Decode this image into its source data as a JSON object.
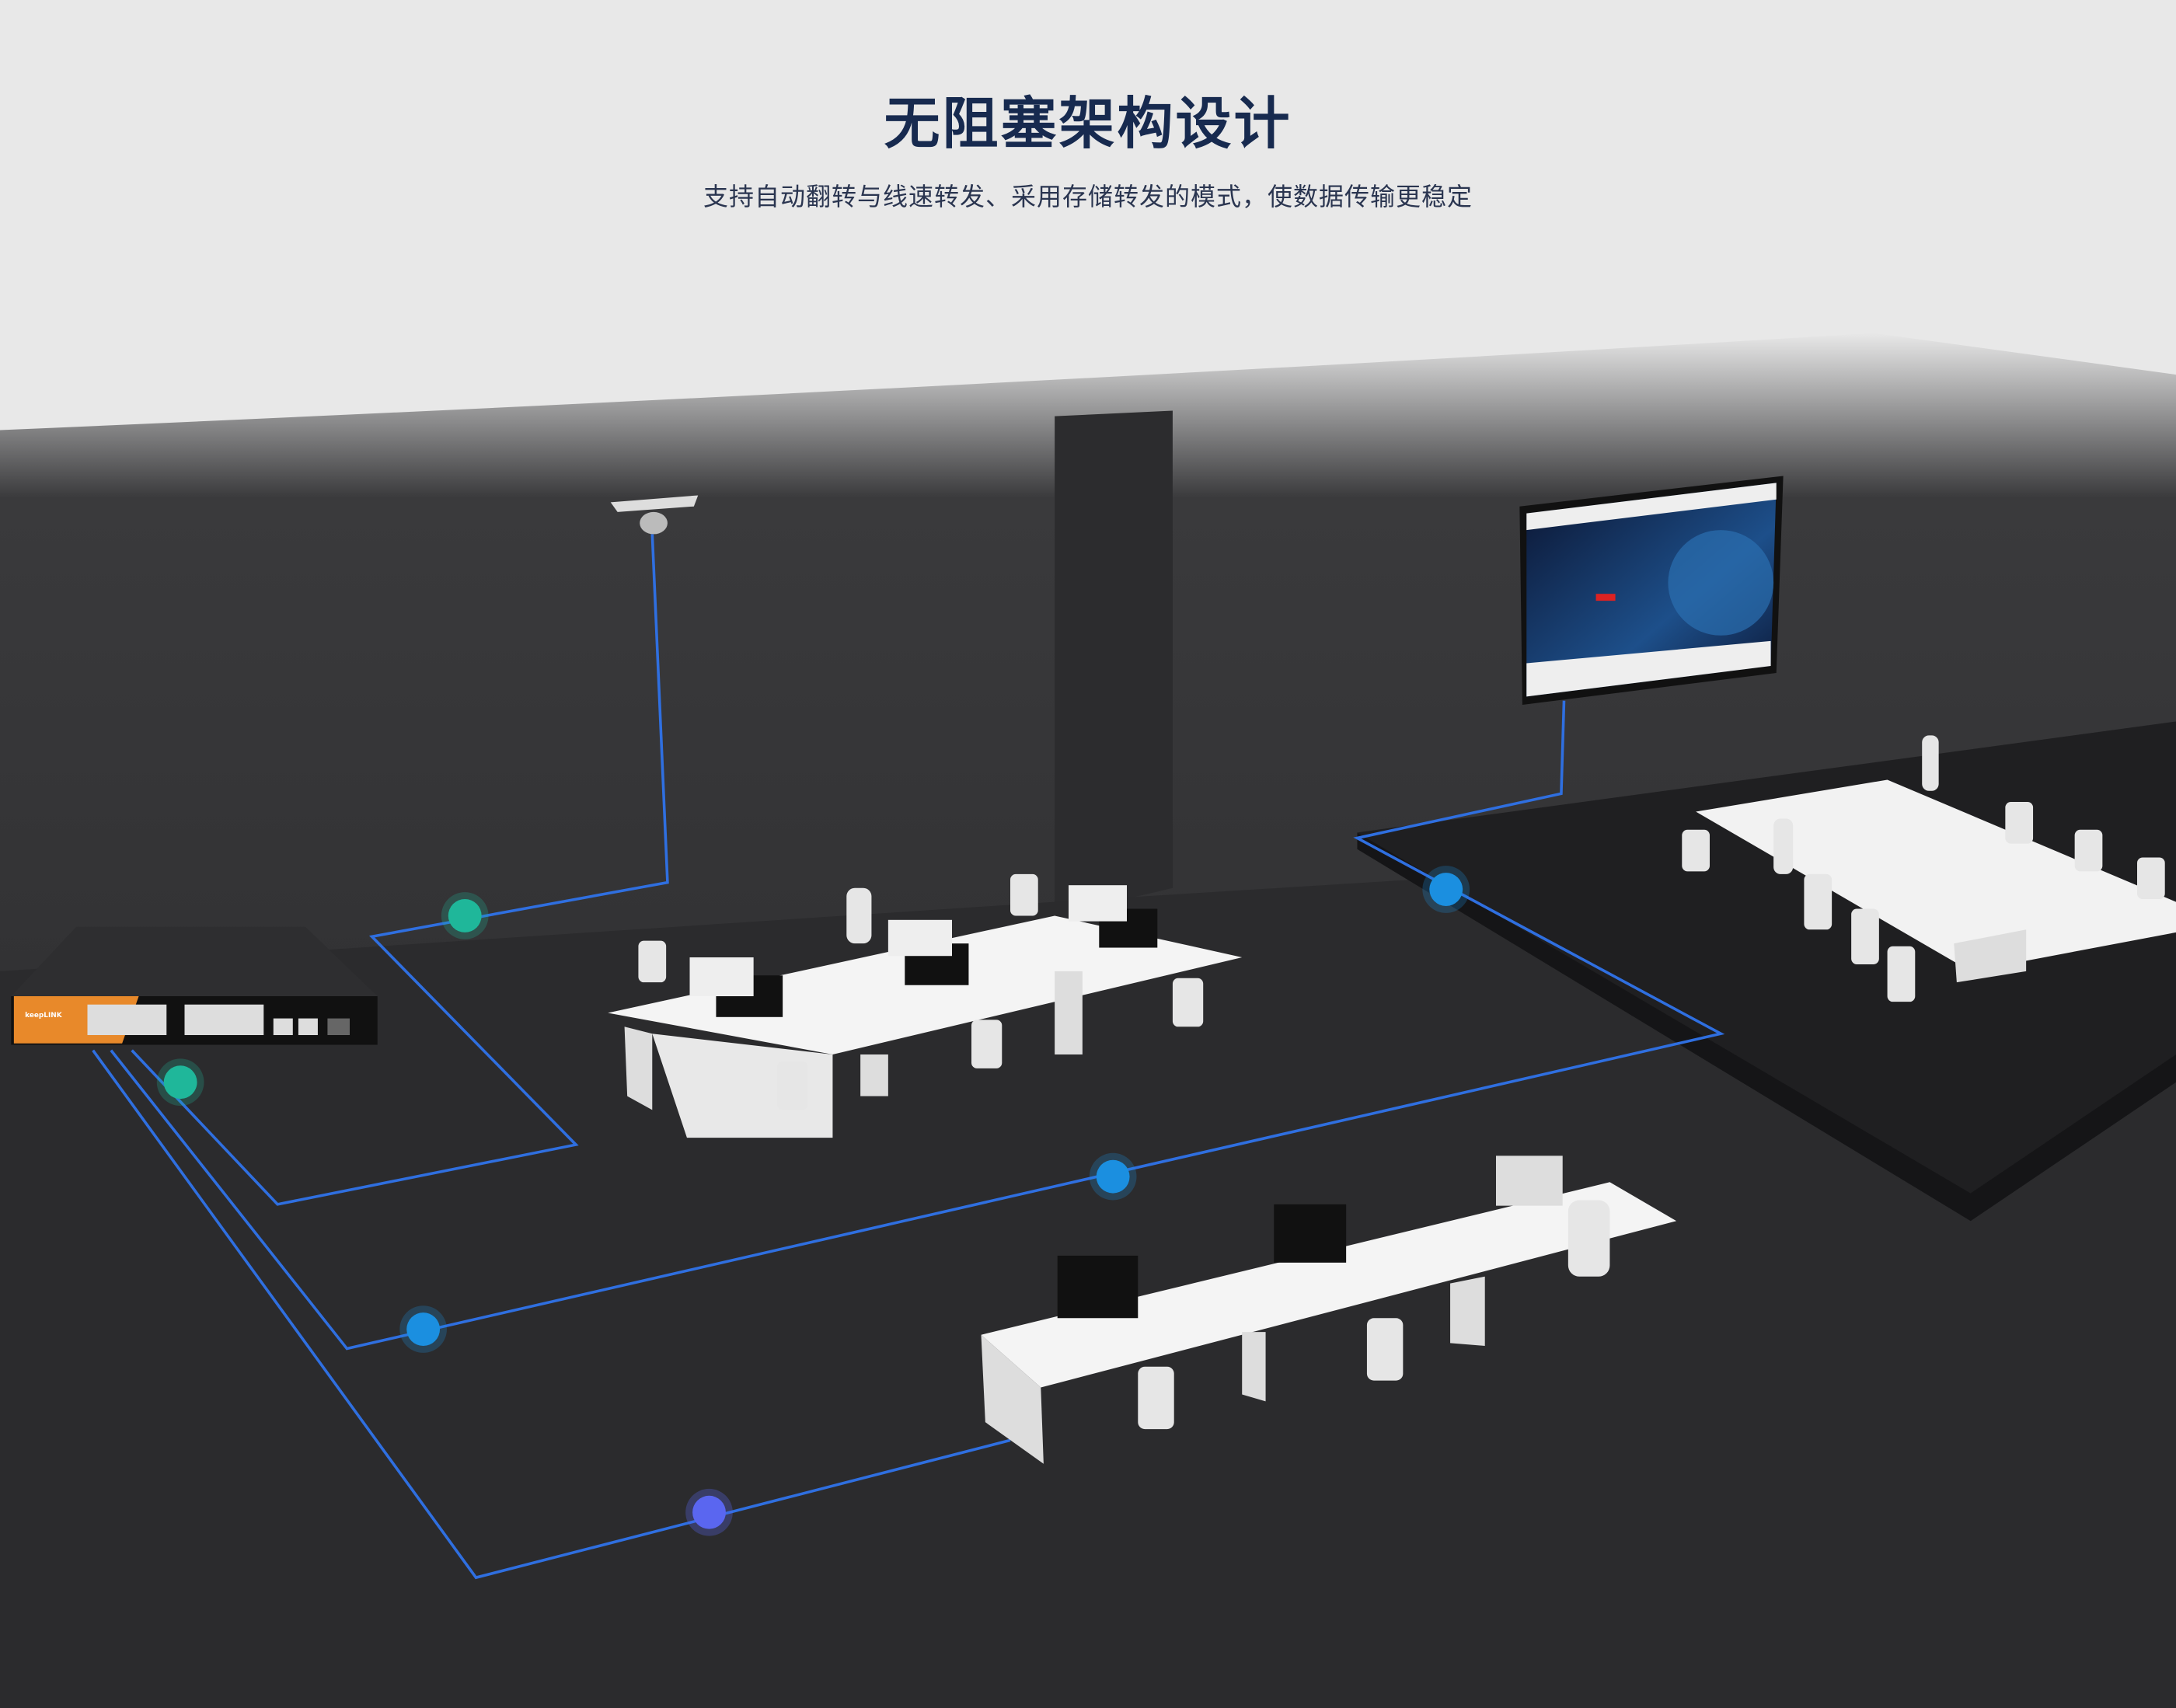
{
  "header": {
    "title": "无阻塞架构设计",
    "subtitle": "支持自动翻转与线速转发、采用存储转发的模式，使数据传输更稳定"
  },
  "switch": {
    "brand": "keepLINK"
  },
  "colors": {
    "title": "#172a4f",
    "link_line": "#2f6fe0",
    "node_teal": "#1fb79a",
    "node_blue": "#1b8fe0",
    "node_purple": "#5a66f0",
    "floor": "#2a2a2c",
    "switch_orange": "#e8892a"
  }
}
